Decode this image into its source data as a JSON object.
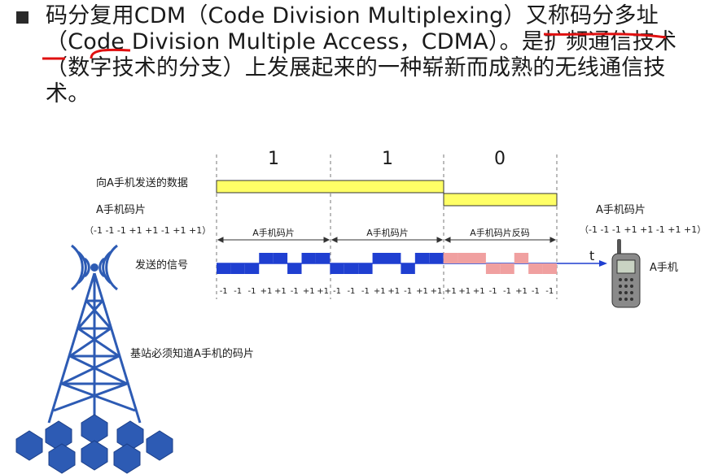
{
  "paragraph": {
    "part1": "码分复用CDM（Code Division Multiplexing）",
    "part2": "又称码分多址",
    "part3": "（Code Division Multiple Access，CDMA）。是扩频通信技术（数字技术的分支）上发展起来的一种崭新而成熟的无线通信技术。"
  },
  "diagram": {
    "bits": [
      "1",
      "1",
      "0"
    ],
    "data_label": "向A手机发送的数据",
    "chip_label": "A手机码片",
    "chip_seq": "（-1 -1 -1 +1 +1 -1 +1 +1）",
    "segment_labels": [
      "A手机码片",
      "A手机码片",
      "A手机码片反码"
    ],
    "signal_label": "发送的信号",
    "t_label": "t",
    "phone_chip_label": "A手机码片",
    "phone_chip_seq": "（-1 -1 -1 +1 +1 -1 +1 +1）",
    "phone_label": "A手机",
    "station_label": "基站必须知道A手机的码片",
    "chip_values": [
      "-1",
      "-1",
      "-1",
      "+1",
      "+1",
      "-1",
      "+1",
      "+1",
      "-1",
      "-1",
      "-1",
      "+1",
      "+1",
      "-1",
      "+1",
      "+1",
      "+1",
      "+1",
      "+1",
      "-1",
      "-1",
      "+1",
      "-1",
      "-1"
    ],
    "colors": {
      "data_bar": "#ffff66",
      "signal_normal": "#1f3fd1",
      "signal_inverted": "#f0a0a0",
      "dashed": "#777777",
      "red_mark": "#e01010",
      "bits": "#2b3a8f"
    }
  }
}
